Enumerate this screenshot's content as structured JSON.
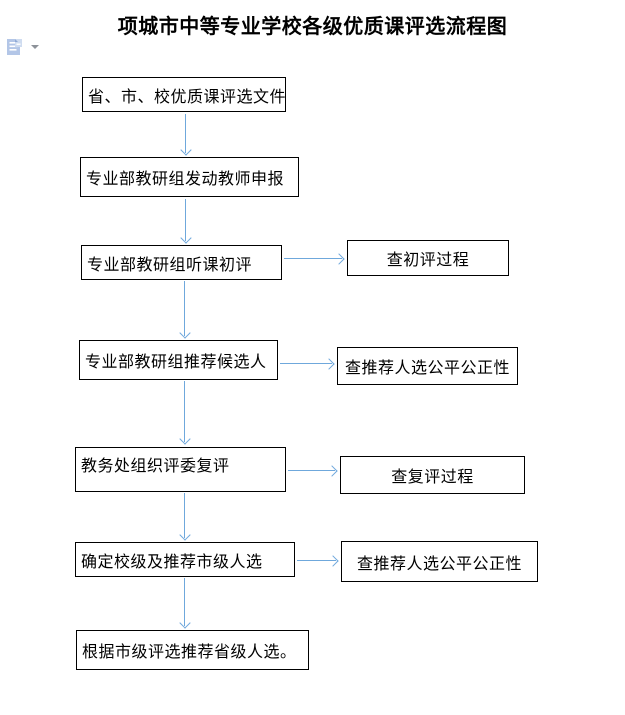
{
  "colors": {
    "background": "#ffffff",
    "border": "#000000",
    "text": "#000000",
    "arrow": "#6fa8dc",
    "paste_icon": "#b3c6e7",
    "dropdown_arrow": "#8d9299"
  },
  "title": "项城市中等专业学校各级优质课评选流程图",
  "toolbar": {
    "paste_options_icon": "paste-options-icon",
    "dropdown_icon": "chevron-down-icon"
  },
  "flow": {
    "steps": [
      {
        "label": "省、市、校优质课评选文件"
      },
      {
        "label": "专业部教研组发动教师申报"
      },
      {
        "label": "专业部教研组听课初评"
      },
      {
        "label": "专业部教研组推荐候选人"
      },
      {
        "label": "教务处组织评委复评"
      },
      {
        "label": "确定校级及推荐市级人选"
      },
      {
        "label": "根据市级评选推荐省级人选。"
      }
    ],
    "checks": [
      {
        "label": "查初评过程",
        "attached_to_step": 3
      },
      {
        "label": "查推荐人选公平公正性",
        "attached_to_step": 4
      },
      {
        "label": "查复评过程",
        "attached_to_step": 5
      },
      {
        "label": "查推荐人选公平公正性",
        "attached_to_step": 6
      }
    ]
  }
}
